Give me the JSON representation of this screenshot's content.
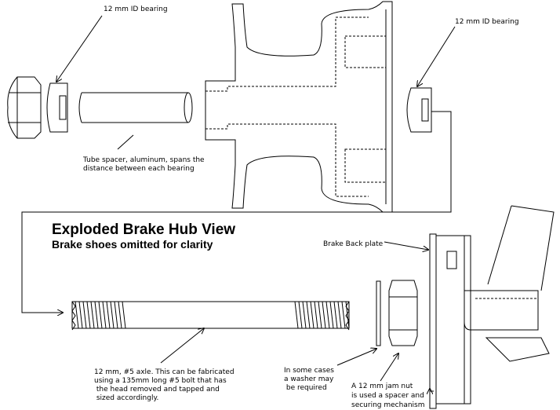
{
  "title": "Exploded Brake Hub View",
  "subtitle": "Brake shoes omitted for clarity",
  "labels": {
    "bearing_left": "12 mm ID bearing",
    "bearing_right": "12 mm ID bearing",
    "tube": [
      "Tube spacer, aluminum, spans the",
      "distance between each bearing"
    ],
    "back_plate": "Brake Back plate",
    "axle": [
      "12 mm, #5 axle.  This can be fabricated",
      "using a 135mm long #5 bolt that has",
      " the head removed and tapped and",
      " sized accordingly."
    ],
    "washer": [
      "In some cases",
      "a washer may",
      " be required"
    ],
    "jam_nut": [
      "A 12 mm jam nut",
      "is used a spacer and",
      "securing mechanism"
    ]
  }
}
